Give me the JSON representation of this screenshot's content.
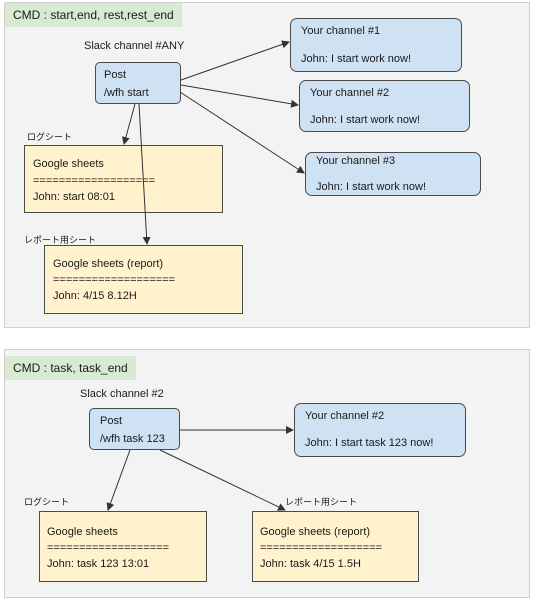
{
  "panel1": {
    "cmd": "CMD :  start,end, rest,rest_end",
    "channel_label": "Slack channel #ANY",
    "post": {
      "title": "Post",
      "command": "/wfh start"
    },
    "targets": [
      {
        "title": "Your channel #1",
        "message": "John: I start work now!"
      },
      {
        "title": "Your channel #2",
        "message": "John: I start work now!"
      },
      {
        "title": "Your channel #3",
        "message": "John: I start work now!"
      }
    ],
    "log_label": "ログシート",
    "log_sheet": {
      "title": "Google sheets",
      "divider": "===================",
      "row": "John: start   08:01"
    },
    "report_label": "レポート用シート",
    "report_sheet": {
      "title": "Google sheets (report)",
      "divider": "===================",
      "row": "John:  4/15    8.12H"
    }
  },
  "panel2": {
    "cmd": "CMD :  task, task_end",
    "channel_label": "Slack channel #2",
    "post": {
      "title": "Post",
      "command": "/wfh task 123"
    },
    "target": {
      "title": "Your channel #2",
      "message": "John: I start task 123 now!"
    },
    "log_label": "ログシート",
    "log_sheet": {
      "title": "Google sheets",
      "divider": "===================",
      "row": "John: task 123    13:01"
    },
    "report_label": "レポート用シート",
    "report_sheet": {
      "title": "Google sheets (report)",
      "divider": "===================",
      "row": "John: task  4/15   1.5H"
    }
  }
}
